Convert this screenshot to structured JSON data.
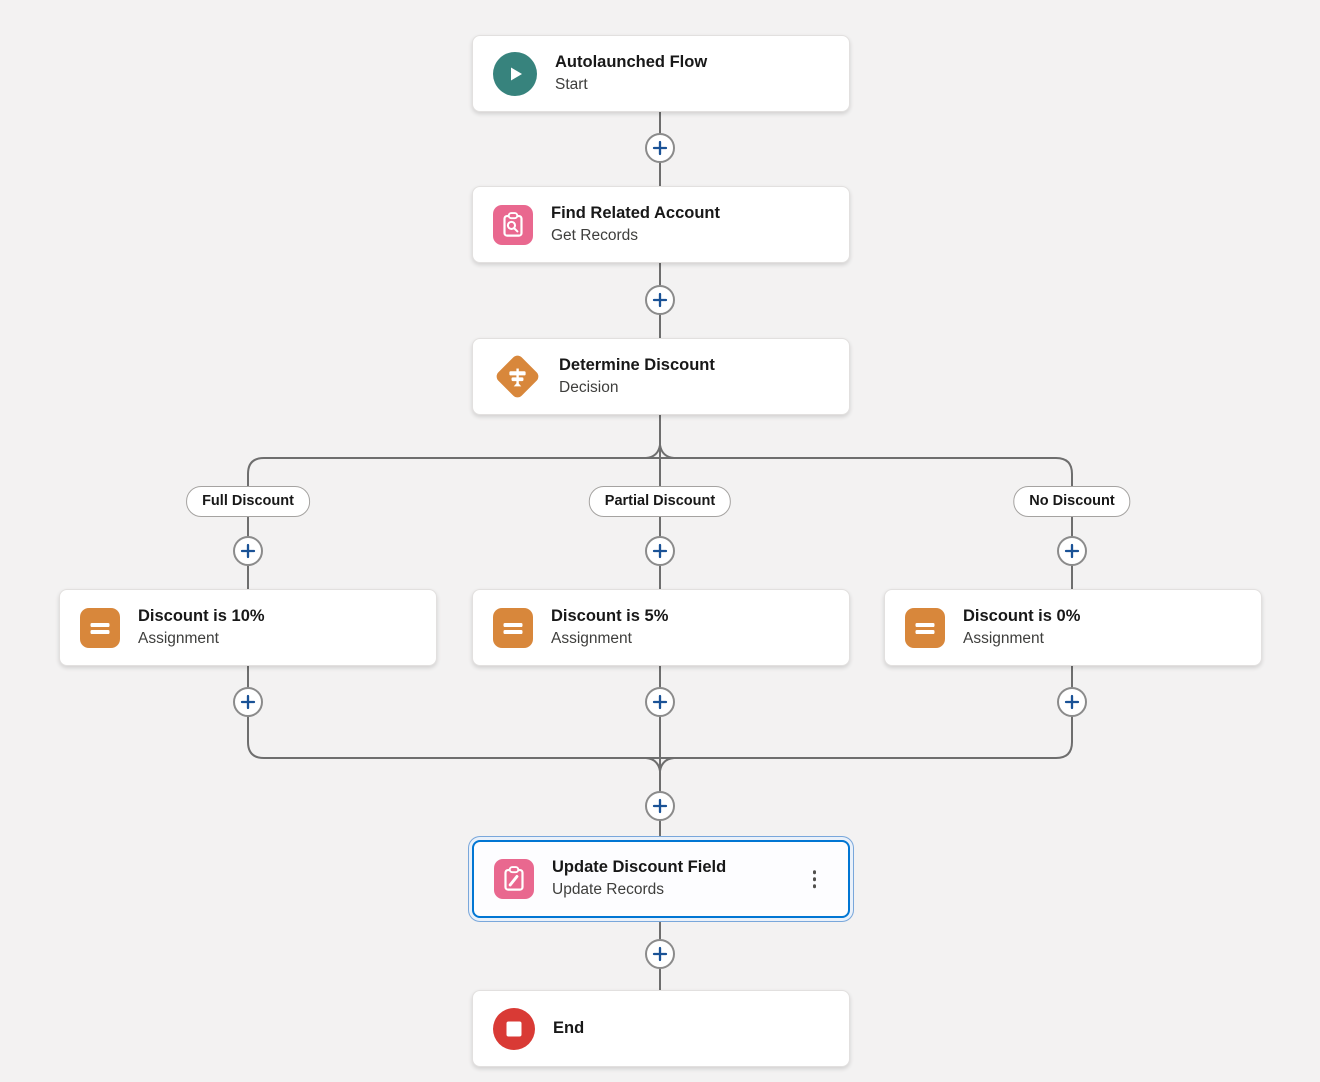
{
  "colors": {
    "canvas-bg": "#F3F2F2",
    "connector": "#6E6E6E",
    "plus": "#1A5296",
    "plus-ring": "#8B8B8B",
    "start-icon": "#37837D",
    "data-icon": "#E9688F",
    "logic-icon": "#D8873B",
    "end-icon": "#D93A35",
    "selection": "#0176D3"
  },
  "nodes": {
    "start": {
      "title": "Autolaunched Flow",
      "subtitle": "Start",
      "icon": "play-icon"
    },
    "get_records": {
      "title": "Find Related Account",
      "subtitle": "Get Records",
      "icon": "clipboard-search-icon"
    },
    "decision": {
      "title": "Determine Discount",
      "subtitle": "Decision",
      "icon": "signpost-icon"
    },
    "assign_full": {
      "title": "Discount is 10%",
      "subtitle": "Assignment",
      "icon": "equals-icon"
    },
    "assign_partial": {
      "title": "Discount is 5%",
      "subtitle": "Assignment",
      "icon": "equals-icon"
    },
    "assign_none": {
      "title": "Discount is 0%",
      "subtitle": "Assignment",
      "icon": "equals-icon"
    },
    "update": {
      "title": "Update Discount Field",
      "subtitle": "Update Records",
      "icon": "clipboard-pencil-icon",
      "selected": true
    },
    "end": {
      "title": "End",
      "icon": "stop-icon"
    }
  },
  "branches": {
    "full": "Full Discount",
    "partial": "Partial Discount",
    "none": "No Discount"
  }
}
